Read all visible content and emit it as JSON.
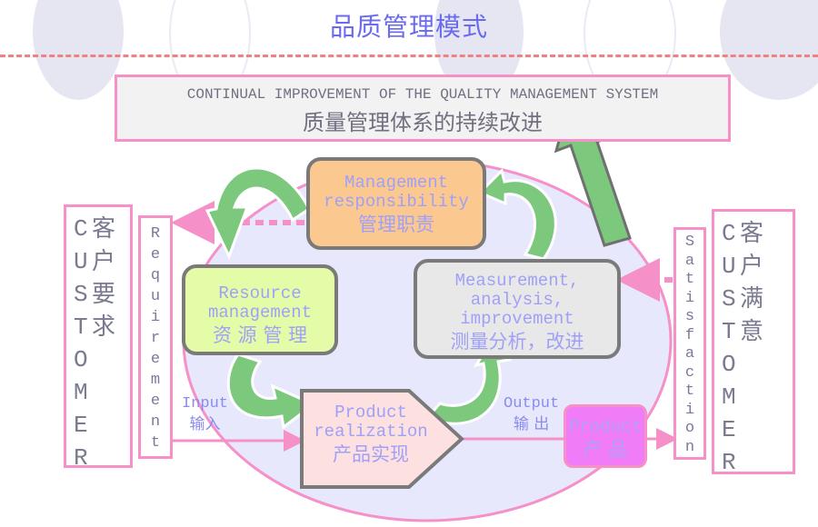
{
  "page_title": "品质管理模式",
  "continual_improvement": {
    "english": "CONTINUAL IMPROVEMENT OF THE QUALITY MANAGEMENT SYSTEM",
    "chinese": "质量管理体系的持续改进"
  },
  "left_customer": {
    "letters": [
      "C",
      "U",
      "S",
      "T",
      "O",
      "M",
      "E",
      "R"
    ],
    "chinese": [
      "客",
      "户",
      "要",
      "求"
    ]
  },
  "requirement_label": [
    "R",
    "e",
    "q",
    "u",
    "i",
    "r",
    "e",
    "m",
    "e",
    "n",
    "t"
  ],
  "right_customer": {
    "letters": [
      "C",
      "U",
      "S",
      "T",
      "O",
      "M",
      "E",
      "R"
    ],
    "chinese": [
      "客",
      "户",
      "满",
      "意"
    ]
  },
  "satisfaction_label": [
    "S",
    "a",
    "t",
    "i",
    "s",
    "f",
    "a",
    "c",
    "t",
    "i",
    "o",
    "n"
  ],
  "nodes": {
    "management": {
      "en1": "Management",
      "en2": "responsibility",
      "zh": "管理职责",
      "color": "#fbc890"
    },
    "resource": {
      "en1": "Resource",
      "en2": "management",
      "zh": "资 源 管 理",
      "color": "#e4fca8"
    },
    "measurement": {
      "en1": "Measurement,",
      "en2": "analysis,",
      "en3": "improvement",
      "zh": "测量分析，改进",
      "color": "#e8e8e8"
    },
    "product_realization": {
      "en1": "Product",
      "en2": "realization",
      "zh": "产品实现",
      "color": "#fde0e0"
    },
    "product": {
      "en": "Product",
      "zh": "产  品",
      "color": "#f07cf8"
    }
  },
  "flow_labels": {
    "input_en": "Input",
    "input_zh": "输入",
    "output_en": "Output",
    "output_zh": "输 出"
  },
  "colors": {
    "accent_pink": "#f590c8",
    "arrow_green": "#7cc87c",
    "ellipse_fill": "#e8e8fc",
    "title_blue": "#6a6af0"
  }
}
